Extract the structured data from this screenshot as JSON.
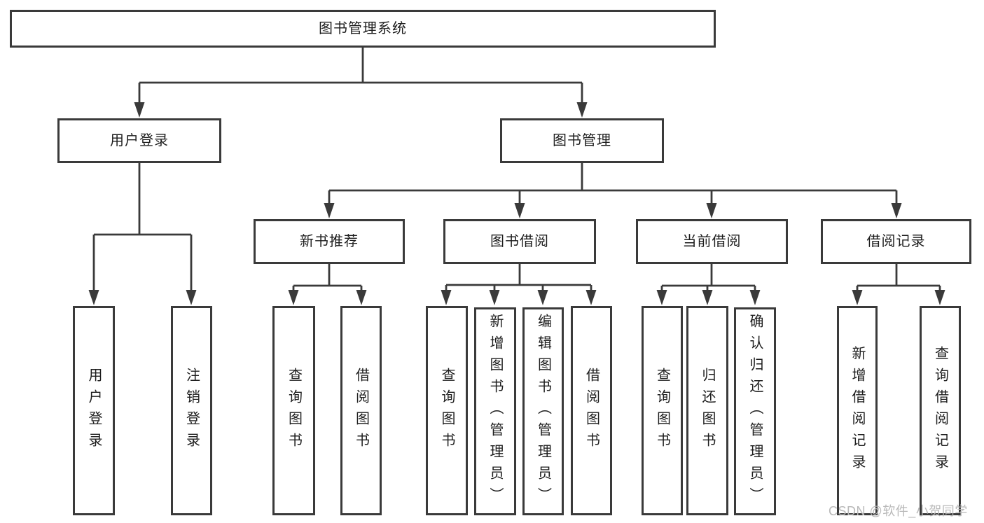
{
  "diagram": {
    "type": "hierarchy-tree",
    "orientation": "top-down",
    "colors": {
      "background": "#ffffff",
      "box_fill": "#ffffff",
      "box_border": "#3a3a3a",
      "line": "#3a3a3a",
      "text": "#1d1d1d",
      "watermark_text_color": "#b9b9b9"
    },
    "tree": {
      "root": {
        "label": "图书管理系统",
        "children": [
          {
            "label": "用户登录",
            "children": [
              {
                "label": "用户登录"
              },
              {
                "label": "注销登录"
              }
            ]
          },
          {
            "label": "图书管理",
            "children": [
              {
                "label": "新书推荐",
                "children": [
                  {
                    "label": "查询图书"
                  },
                  {
                    "label": "借阅图书"
                  }
                ]
              },
              {
                "label": "图书借阅",
                "children": [
                  {
                    "label": "查询图书"
                  },
                  {
                    "label": "新增图书（管理员）"
                  },
                  {
                    "label": "编辑图书（管理员）"
                  },
                  {
                    "label": "借阅图书"
                  }
                ]
              },
              {
                "label": "当前借阅",
                "children": [
                  {
                    "label": "查询图书"
                  },
                  {
                    "label": "归还图书"
                  },
                  {
                    "label": "确认归还（管理员）"
                  }
                ]
              },
              {
                "label": "借阅记录",
                "children": [
                  {
                    "label": "新增借阅记录"
                  },
                  {
                    "label": "查询借阅记录"
                  }
                ]
              }
            ]
          }
        ]
      }
    },
    "watermark": {
      "text": "CSDN @软件_小贺同学"
    }
  }
}
